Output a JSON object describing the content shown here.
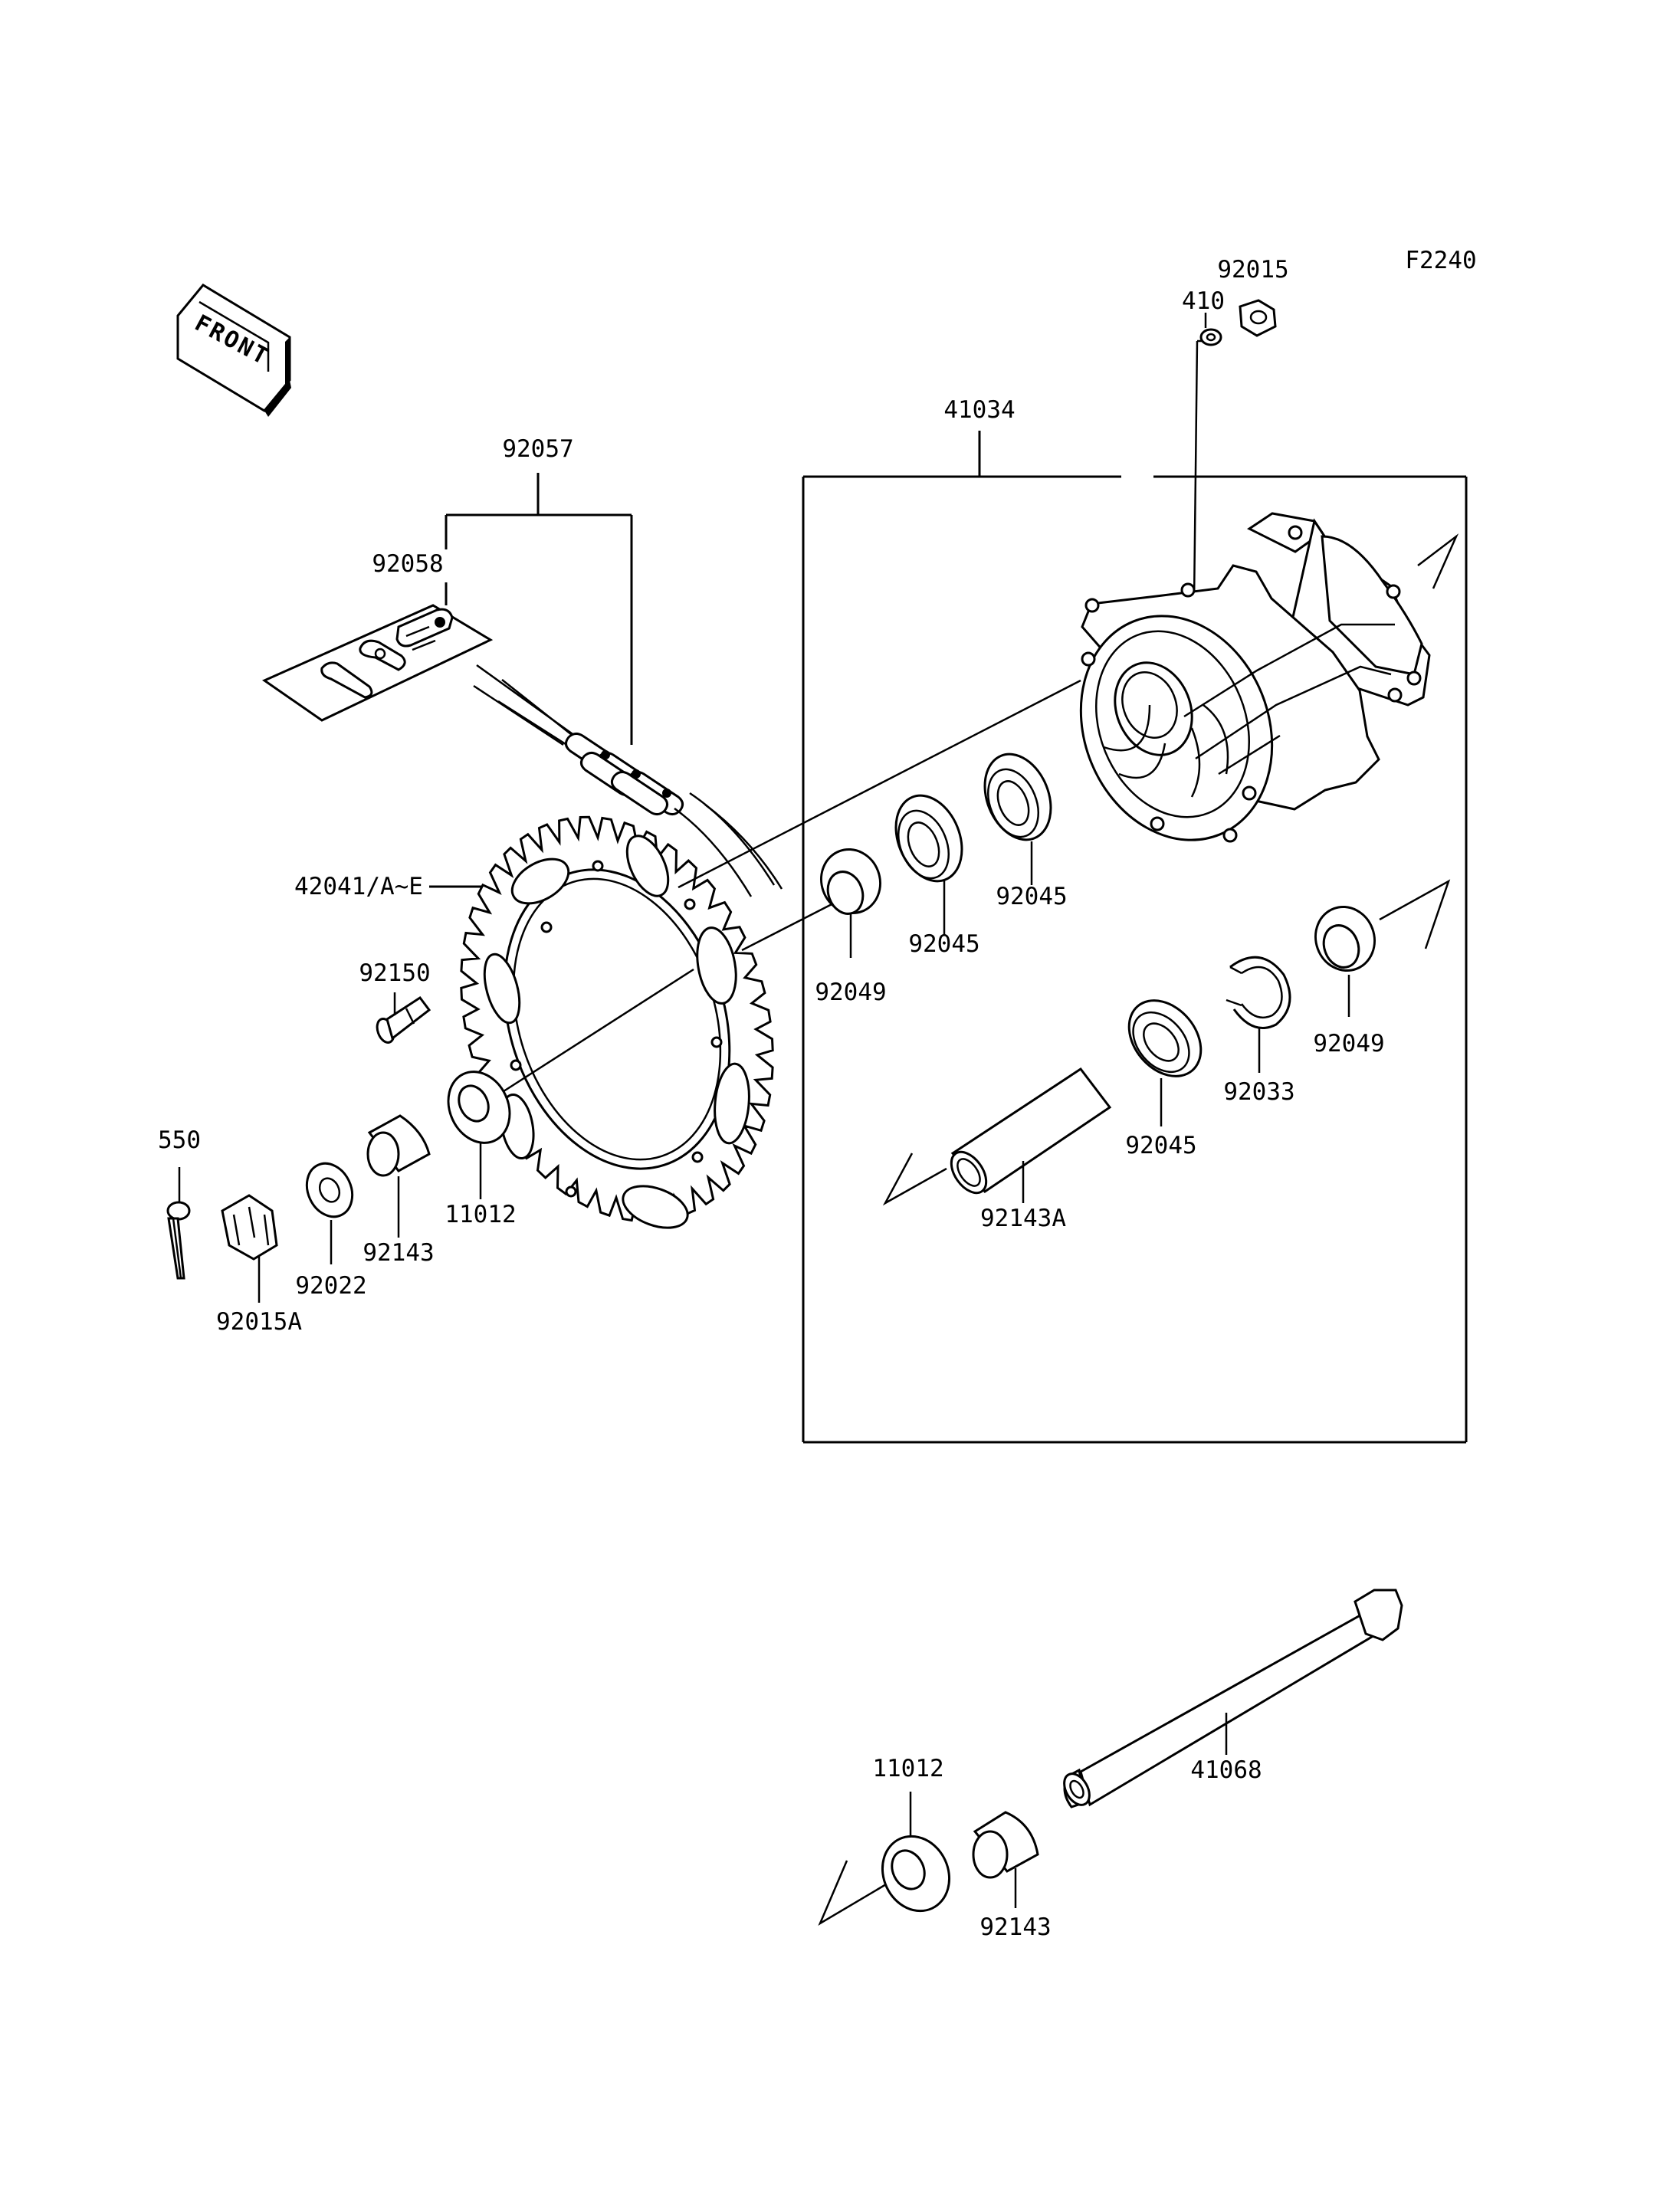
{
  "figure_code": "F2240",
  "orientation_badge": "FRONT",
  "labels": {
    "p92015_top": "92015",
    "p410": "410",
    "p41034": "41034",
    "p92057": "92057",
    "p92058": "92058",
    "p42041": "42041/A~E",
    "p92150": "92150",
    "p92049_left": "92049",
    "p92045_a": "92045",
    "p92045_b": "92045",
    "p92045_c": "92045",
    "p92049_right": "92049",
    "p92033": "92033",
    "p92143A": "92143A",
    "p550": "550",
    "p92015A": "92015A",
    "p92022": "92022",
    "p92143_a": "92143",
    "p11012_a": "11012",
    "p11012_b": "11012",
    "p92143_b": "92143",
    "p41068": "41068"
  }
}
